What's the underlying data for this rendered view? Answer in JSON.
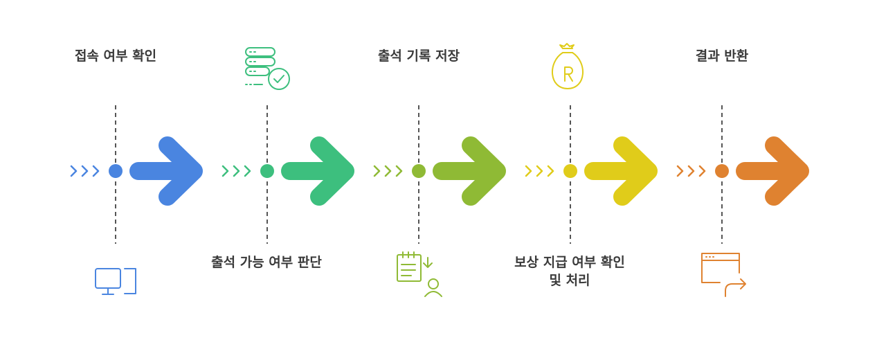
{
  "steps": [
    {
      "label": "접속 여부 확인",
      "label_position": "top",
      "icon": "monitor-icon",
      "color": "#4a85e0"
    },
    {
      "label": "출석 가능 여부 판단",
      "label_position": "bottom",
      "icon": "server-check-icon",
      "color": "#3dbf7e"
    },
    {
      "label": "출석 기록 저장",
      "label_position": "top",
      "icon": "notepad-user-icon",
      "color": "#8fba35"
    },
    {
      "label": "보상 지급 여부 확인 및 처리",
      "label_position": "bottom",
      "icon": "money-bag-icon",
      "color": "#e0cc1a"
    },
    {
      "label": "결과 반환",
      "label_position": "top",
      "icon": "browser-share-icon",
      "color": "#df8230"
    }
  ]
}
